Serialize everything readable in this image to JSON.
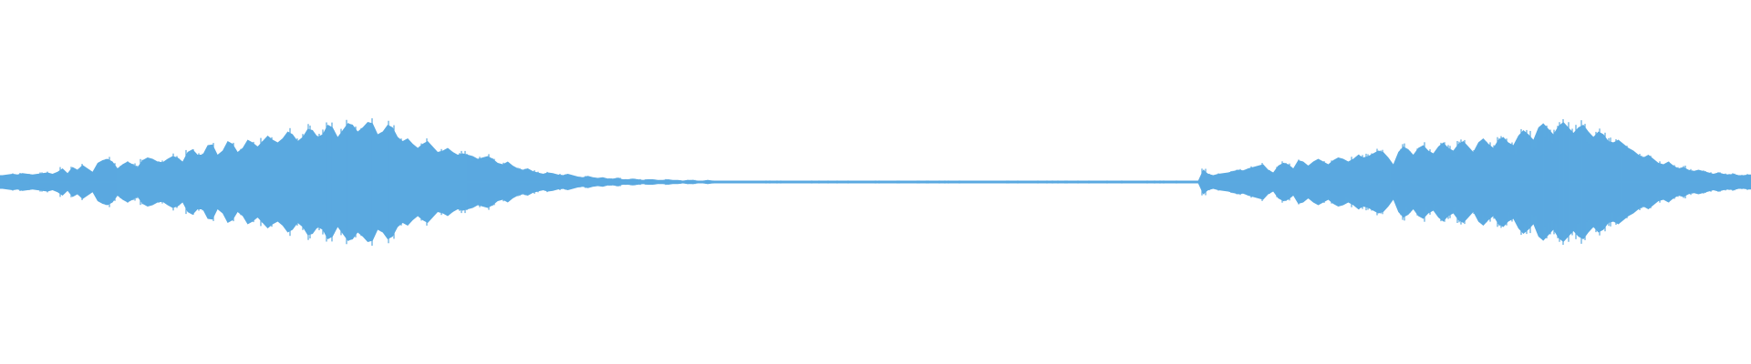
{
  "waveform": {
    "color": "#5aa9e0",
    "background": "#ffffff",
    "envelope": [
      0.1,
      0.11,
      0.12,
      0.11,
      0.13,
      0.12,
      0.11,
      0.12,
      0.13,
      0.14,
      0.12,
      0.15,
      0.2,
      0.13,
      0.22,
      0.18,
      0.25,
      0.2,
      0.15,
      0.28,
      0.32,
      0.34,
      0.3,
      0.2,
      0.26,
      0.3,
      0.26,
      0.22,
      0.32,
      0.36,
      0.34,
      0.3,
      0.29,
      0.34,
      0.38,
      0.36,
      0.3,
      0.44,
      0.48,
      0.4,
      0.4,
      0.54,
      0.55,
      0.4,
      0.46,
      0.6,
      0.56,
      0.44,
      0.5,
      0.62,
      0.58,
      0.52,
      0.6,
      0.68,
      0.62,
      0.58,
      0.64,
      0.74,
      0.7,
      0.6,
      0.66,
      0.78,
      0.76,
      0.66,
      0.7,
      0.84,
      0.8,
      0.66,
      0.76,
      0.86,
      0.84,
      0.74,
      0.8,
      0.88,
      0.86,
      0.7,
      0.74,
      0.84,
      0.8,
      0.66,
      0.6,
      0.64,
      0.56,
      0.5,
      0.56,
      0.6,
      0.52,
      0.44,
      0.46,
      0.5,
      0.44,
      0.4,
      0.42,
      0.4,
      0.38,
      0.34,
      0.36,
      0.38,
      0.34,
      0.28,
      0.26,
      0.3,
      0.24,
      0.2,
      0.18,
      0.2,
      0.16,
      0.14,
      0.12,
      0.14,
      0.13,
      0.11,
      0.1,
      0.12,
      0.1,
      0.08,
      0.07,
      0.09,
      0.07,
      0.06,
      0.07,
      0.05,
      0.05,
      0.06,
      0.04,
      0.04,
      0.05,
      0.04,
      0.03,
      0.04,
      0.04,
      0.03,
      0.03,
      0.04,
      0.03,
      0.03,
      0.02,
      0.03,
      0.03,
      0.02,
      0.02,
      0.03,
      0.02,
      0.02,
      0.02,
      0.02,
      0.02,
      0.02,
      0.02,
      0.02,
      0.02,
      0.02,
      0.02,
      0.02,
      0.02,
      0.02,
      0.02,
      0.02,
      0.02,
      0.02,
      0.02,
      0.02,
      0.02,
      0.02,
      0.02,
      0.02,
      0.02,
      0.02,
      0.02,
      0.02,
      0.02,
      0.02,
      0.02,
      0.02,
      0.02,
      0.02,
      0.02,
      0.02,
      0.02,
      0.02,
      0.02,
      0.02,
      0.02,
      0.02,
      0.02,
      0.02,
      0.02,
      0.02,
      0.02,
      0.02,
      0.02,
      0.02,
      0.02,
      0.02,
      0.02,
      0.02,
      0.02,
      0.02,
      0.02,
      0.02,
      0.02,
      0.02,
      0.02,
      0.02,
      0.02,
      0.02,
      0.02,
      0.02,
      0.02,
      0.02,
      0.02,
      0.02,
      0.02,
      0.02,
      0.02,
      0.02,
      0.02,
      0.02,
      0.02,
      0.02,
      0.02,
      0.02,
      0.02,
      0.02,
      0.02,
      0.02,
      0.02,
      0.02,
      0.02,
      0.02,
      0.02,
      0.02,
      0.02,
      0.02,
      0.02,
      0.02,
      0.02,
      0.02,
      0.02,
      0.02,
      0.18,
      0.12,
      0.1,
      0.12,
      0.13,
      0.14,
      0.16,
      0.18,
      0.17,
      0.2,
      0.22,
      0.24,
      0.26,
      0.18,
      0.14,
      0.24,
      0.28,
      0.26,
      0.2,
      0.32,
      0.3,
      0.24,
      0.3,
      0.34,
      0.3,
      0.26,
      0.32,
      0.36,
      0.34,
      0.3,
      0.34,
      0.4,
      0.36,
      0.38,
      0.42,
      0.46,
      0.44,
      0.36,
      0.26,
      0.44,
      0.52,
      0.48,
      0.4,
      0.5,
      0.54,
      0.46,
      0.42,
      0.52,
      0.58,
      0.5,
      0.46,
      0.56,
      0.6,
      0.52,
      0.44,
      0.58,
      0.64,
      0.56,
      0.5,
      0.62,
      0.66,
      0.58,
      0.54,
      0.68,
      0.76,
      0.7,
      0.62,
      0.8,
      0.86,
      0.78,
      0.7,
      0.82,
      0.88,
      0.8,
      0.72,
      0.8,
      0.84,
      0.74,
      0.66,
      0.74,
      0.7,
      0.6,
      0.58,
      0.62,
      0.56,
      0.5,
      0.46,
      0.4,
      0.36,
      0.4,
      0.34,
      0.28,
      0.26,
      0.3,
      0.24,
      0.2,
      0.22,
      0.18,
      0.16,
      0.18,
      0.16,
      0.14,
      0.12,
      0.14,
      0.12,
      0.11,
      0.12,
      0.1,
      0.1,
      0.11
    ]
  }
}
